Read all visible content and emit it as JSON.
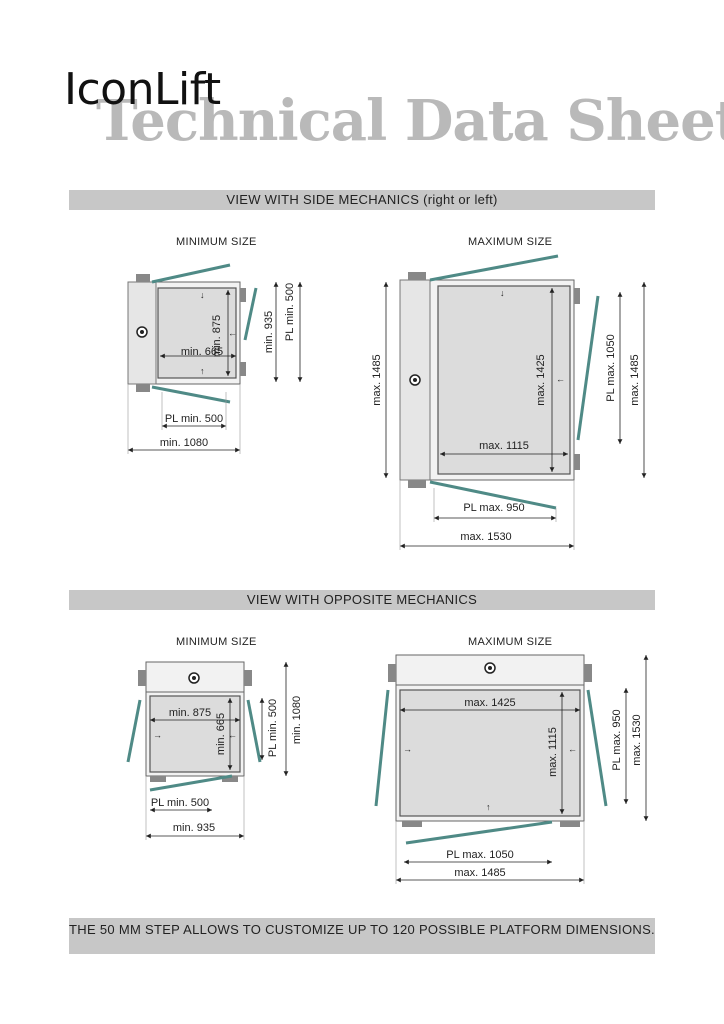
{
  "header": {
    "brand": "IconLift",
    "title": "Technical Data Sheet"
  },
  "section_side": {
    "heading": "VIEW WITH SIDE MECHANICS (right or left)",
    "min_label": "MINIMUM SIZE",
    "max_label": "MAXIMUM SIZE",
    "min_dims": {
      "depth": "min. 875",
      "width": "min. 665",
      "outer_depth": "min. 935",
      "pl_depth": "PL min. 500",
      "pl_width": "PL min. 500",
      "total_width": "min. 1080"
    },
    "max_dims": {
      "depth": "max. 1425",
      "width": "max. 1115",
      "outer_height": "max. 1485",
      "pl_depth": "PL max. 1050",
      "outer_depth": "max. 1485",
      "pl_width": "PL max. 950",
      "total_width": "max. 1530"
    }
  },
  "section_opposite": {
    "heading": "VIEW WITH OPPOSITE MECHANICS",
    "min_label": "MINIMUM SIZE",
    "max_label": "MAXIMUM SIZE",
    "min_dims": {
      "width": "min. 875",
      "depth": "min. 665",
      "pl_depth": "PL min. 500",
      "total_depth": "min. 1080",
      "pl_width": "PL min. 500",
      "total_width": "min. 935"
    },
    "max_dims": {
      "width": "max. 1425",
      "depth": "max. 1115",
      "pl_depth": "PL max. 950",
      "total_depth": "max. 1530",
      "pl_width": "PL max. 1050",
      "total_width": "max. 1485"
    }
  },
  "footer_note": "THE 50 MM STEP ALLOWS TO CUSTOMIZE UP TO 120 POSSIBLE PLATFORM DIMENSIONS.",
  "colors": {
    "band": "#c7c7c7",
    "title_gray": "#b9b9b9",
    "ramp_teal": "#4f8a86",
    "platform": "#dcdcdc"
  }
}
